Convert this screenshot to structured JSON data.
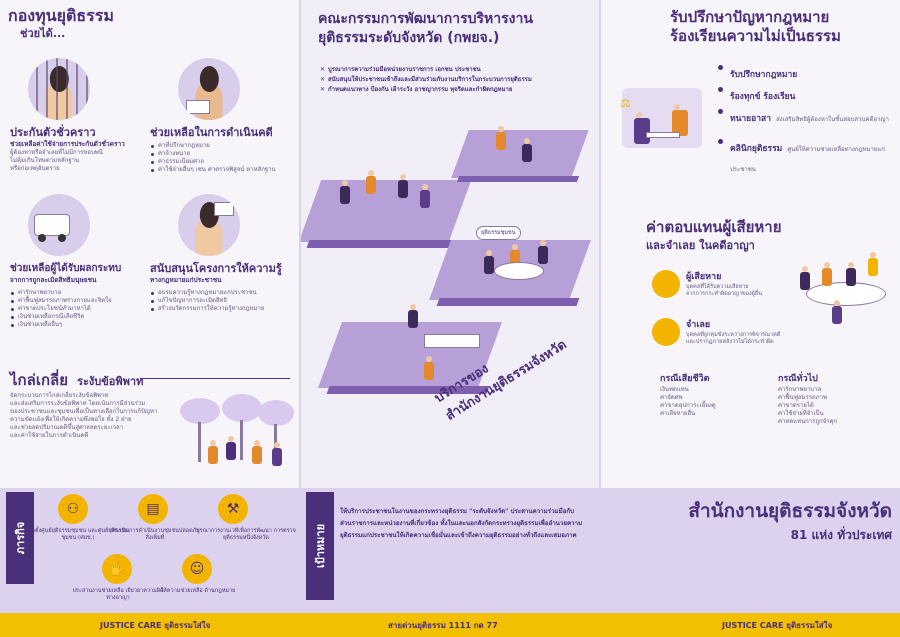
{
  "left": {
    "title": "กองทุนยุติธรรม",
    "subtitle": "ช่วยได้...",
    "items": [
      {
        "title": "ประกันตัวชั่วคราว",
        "sub": "ช่วยเหลือค่าใช้จ่ายการประกันตัวชั่วคราว",
        "desc": [
          "ผู้ต้องหาหรือจำเลยที่ไม่มีการขอบพนี",
          "ไม่คุ้มเกินโทษตามหลักฐาน",
          "หรือก่อเหตุอันตราย"
        ]
      },
      {
        "title": "ช่วยเหลือในการดำเนินคดี",
        "bullets": [
          "ค่าที่ปรึกษากฎหมาย",
          "ค่าจ้างทนาย",
          "ค่าธรรมเนียมศาล",
          "ค่าใช้จ่ายอื่นๆ เช่น ค่าตรวจพิสูจน์ หาหลักฐาน"
        ]
      },
      {
        "title": "ช่วยเหลือผู้ได้รับผลกระทบ",
        "sub": "จากการถูกละเมิดสิทธิมนุษยชน",
        "bullets": [
          "ค่ารักษาพยาบาล",
          "ค่าฟื้นฟูสมรรถภาพร่างกายและจิตใจ",
          "ค่าขาดประโยชน์ทำมาหาได้",
          "เงินช่วยเหลือกรณีเสียชีวิต",
          "เงินช่วยเหลืออื่นๆ"
        ]
      },
      {
        "title": "สนับสนุนโครงการให้ความรู้",
        "sub": "ทางกฎหมายแก่ประชาชน",
        "bullets": [
          "อบรมความรู้ทางกฎหมายแก่ประชาชน",
          "แก้ไขปัญหาการละเมิดสิทธิ",
          "สร้างนวัตกรรมการให้ความรู้ทางกฎหมาย"
        ]
      }
    ],
    "mediation": {
      "title": "ไกล่เกลี่ย",
      "title2": "ระงับข้อพิพาท",
      "desc": [
        "จัดกระบวนการไกล่เกลี่ยระงับข้อพิพาท",
        "และส่งเสริมการระงับข้อพิพาท โดยเน้นการมีส่วนร่วม",
        "ของประชาชนและชุมชนเพื่อเป็นทางเลือกในการแก้ปัญหา",
        "ความขัดแย้งเพื่อให้เกิดความพึงพอใจ ทั้ง 2 ฝ่าย",
        "และช่วยลดปริมาณคดีขึ้นสู่ศาลลดระยะเวลา",
        "และค่าใช้จ่ายในการดำเนินคดี"
      ]
    }
  },
  "center": {
    "title1": "คณะกรรมการพัฒนาการบริหารงาน",
    "title2": "ยุติธรรมระดับจังหวัด (กพยจ.)",
    "bullets": [
      "บูรณาการความร่วมมือหน่วยงานราชการ เอกชน ประชาชน",
      "สนับสนุนให้ประชาชนเข้าถึงและมีส่วนร่วมกับงานบริการในกระบวนการยุติธรรม",
      "กำหนดแนวทาง ป้องกัน เฝ้าระวัง อาชญากรรม ทุจริตและกำผิดกฎหมาย"
    ],
    "bubble": "ยุติธรรมชุมชน",
    "iso_text1": "บริการของ",
    "iso_text2": "สำนักงานยุติธรรมจังหวัด"
  },
  "right": {
    "consult_title1": "รับปรึกษาปัญหากฎหมาย",
    "consult_title2": "ร้องเรียนความไม่เป็นธรรม",
    "consult_items": [
      {
        "label": "รับปรึกษากฎหมาย",
        "desc": ""
      },
      {
        "label": "ร้องทุกข์ ร้องเรียน",
        "desc": ""
      },
      {
        "label": "ทนายอาสา",
        "desc": "ส่งเสริมสิทธิผู้ต้องหาในชั้นสอบสวนคดีอาญา"
      },
      {
        "label": "คลินิกยุติธรรม",
        "desc": "ศูนย์ให้ความช่วยเหลือทางกฎหมายแก่ประชาชน"
      }
    ],
    "comp_title1": "ค่าตอบแทนผู้เสียหาย",
    "comp_title2": "และจำเลย ในคดีอาญา",
    "victim": {
      "label": "ผู้เสียหาย",
      "desc": [
        "บุคคลที่ได้รับความเสียหาย",
        "จากการกระทำผิดอาญาของผู้อื่น"
      ]
    },
    "defendant": {
      "label": "จำเลย",
      "desc": [
        "บุคคลที่ถูกคุมขังระหว่างการพิจารณาคดี",
        "และปรากฏภายหลังว่าไม่ได้กระทำผิด"
      ]
    },
    "death_case": {
      "title": "กรณีเสียชีวิต",
      "items": [
        "เงินทดแทน",
        "ค่าจัดศพ",
        "ค่าขาดอุปการะเลี้ยงดู",
        "ค่าเสียหายอื่น"
      ]
    },
    "general_case": {
      "title": "กรณีทั่วไป",
      "items": [
        "ค่ารักษาพยาบาล",
        "ค่าฟื้นฟูสมรรถภาพ",
        "ค่าขาดรายได้",
        "ค่าใช้จ่ายที่จำเป็น",
        "ค่าทดแทนการถูกจำคุก"
      ]
    }
  },
  "bottom": {
    "mission_label": "ภารกิจ",
    "missions": [
      "จัดตั้งศูนย์ยุติธรรมชุมชน และศูนย์ยุติธรรมชุมชน (ศยช.)",
      "ประเมินการดำเนินงานชุมชนปลอดภัยสิ่งเพิ่มที่",
      "บูรณาการงานเวทีเพื่อการพัฒนา การตรวจยุติธรรมหนึ่งจังหวัด",
      "ประสานงานช่วยเหลือ เยียวยาความผิดทางอาญา",
      "ให้ความช่วยเหลือ ด้านกฎหมาย"
    ],
    "goal_label": "เป้าหมาย",
    "goal_text": [
      "ให้บริการประชาชนในงานของกระทรวงยุติธรรม \"ระดับจังหวัด\" ประสานความร่วมมือกับ",
      "ส่วนราชการและหน่วยงานที่เกี่ยวข้อง ทั้งในและนอกสังกัดกระทรวงยุติธรรมเพื่ออำนวยความ",
      "ยุติธรรมแก่ประชาชนให้เกิดความเชื่อมั่นและเข้าถึงความยุติธรรมอย่างทั่วถึงและเสมอภาค"
    ],
    "office_title": "สำนักงานยุติธรรมจังหวัด",
    "office_sub": "81 แห่ง ทั่วประเทศ"
  },
  "footer": {
    "left": "JUSTICE CARE ยุติธรรมใส่ใจ",
    "center": "สายด่วนยุติธรรม 1111 กด 77",
    "right": "JUSTICE CARE ยุติธรรมใส่ใจ"
  }
}
